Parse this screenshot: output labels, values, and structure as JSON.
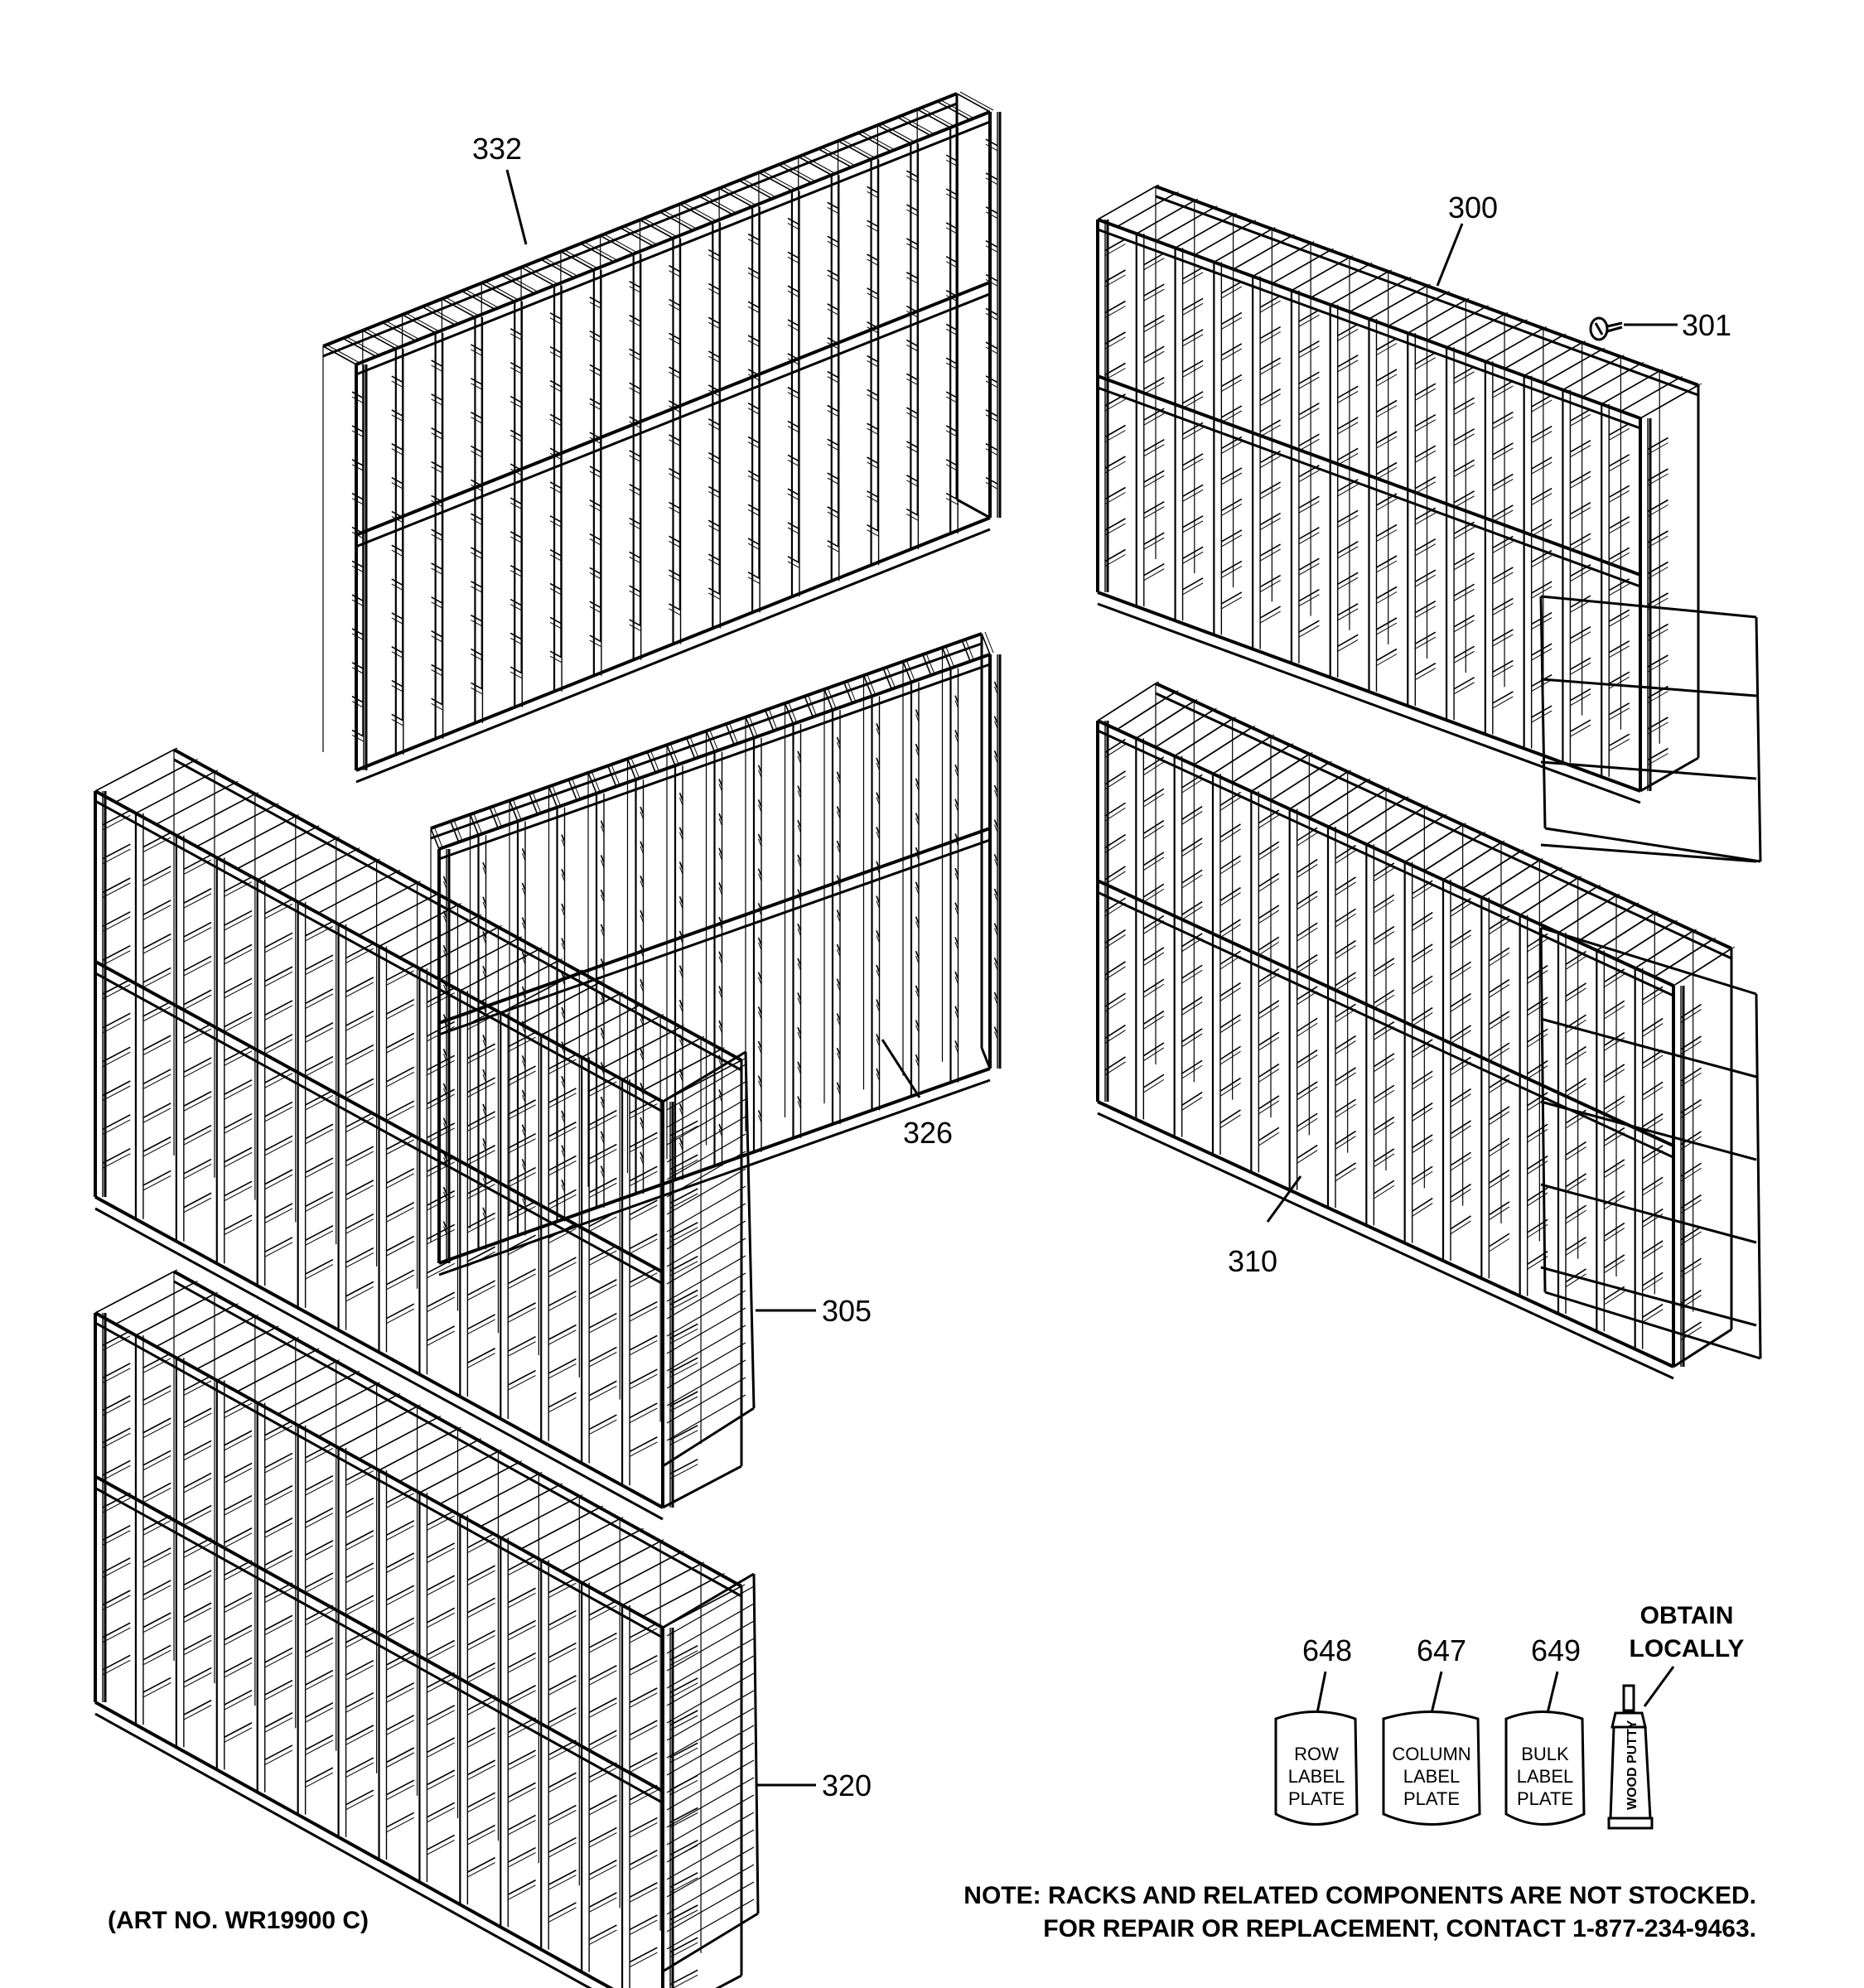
{
  "callouts": {
    "rack_332": "332",
    "rack_300": "300",
    "screw_301": "301",
    "rack_326": "326",
    "rack_310": "310",
    "rack_305": "305",
    "rack_320": "320",
    "item_648": "648",
    "item_647": "647",
    "item_649": "649"
  },
  "obtain_locally": [
    "OBTAIN",
    "LOCALLY"
  ],
  "bags": {
    "row": [
      "ROW",
      "LABEL",
      "PLATE"
    ],
    "column": [
      "COLUMN",
      "LABEL",
      "PLATE"
    ],
    "bulk": [
      "BULK",
      "LABEL",
      "PLATE"
    ]
  },
  "tube_label": "WOOD PUTTY",
  "art_no": "(ART NO. WR19900 C)",
  "note": [
    "NOTE: RACKS AND RELATED COMPONENTS ARE NOT STOCKED.",
    "FOR REPAIR OR REPLACEMENT, CONTACT 1-877-234-9463."
  ]
}
